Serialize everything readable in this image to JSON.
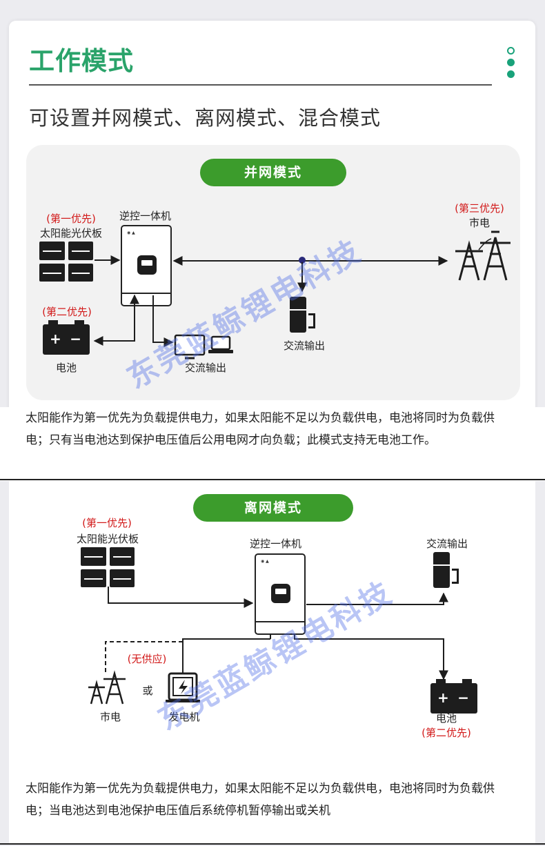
{
  "header": {
    "title": "工作模式"
  },
  "subtitle": "可设置并网模式、离网模式、混合模式",
  "grid_mode": {
    "pill": "并网模式",
    "solar_priority": "(第一优先)",
    "solar_label": "太阳能光伏板",
    "inverter_label": "逆控一体机",
    "battery_priority": "(第二优先)",
    "battery_label": "电池",
    "ac_output_label_1": "交流输出",
    "ac_output_label_2": "交流输出",
    "grid_priority": "(第三优先)",
    "grid_label": "市电",
    "description_line1": "太阳能作为第一优先为负载提供电力，如果太阳能不足以为负载供电，电池将同时为负载供",
    "description_line2": "电；只有当电池达到保护电压值后公用电网才向负载；此模式支持无电池工作。"
  },
  "off_grid_mode": {
    "pill": "离网模式",
    "solar_priority": "(第一优先)",
    "solar_label": "太阳能光伏板",
    "inverter_label": "逆控一体机",
    "ac_output_label": "交流输出",
    "no_supply": "(无供应)",
    "or_label": "或",
    "grid_label": "市电",
    "generator_label": "发电机",
    "battery_label": "电池",
    "battery_priority": "(第二优先)",
    "description_line1": "太阳能作为第一优先为负载提供电力，如果太阳能不足以为负载供电，电池将同时为负载供",
    "description_line2": "电；当电池达到电池保护电压值后系统停机暂停输出或关机"
  },
  "watermark": "东莞蓝鲸锂电科技",
  "colors": {
    "accent_green": "#2aa36a",
    "pill_green": "#3c9c2c",
    "priority_red": "#d21a1a",
    "dot_teal": "#19a27a"
  },
  "icons": [
    "solar-panel-icon",
    "inverter-icon",
    "battery-icon",
    "fridge-icon",
    "monitor-icon",
    "laptop-icon",
    "pylon-icon",
    "generator-icon"
  ]
}
